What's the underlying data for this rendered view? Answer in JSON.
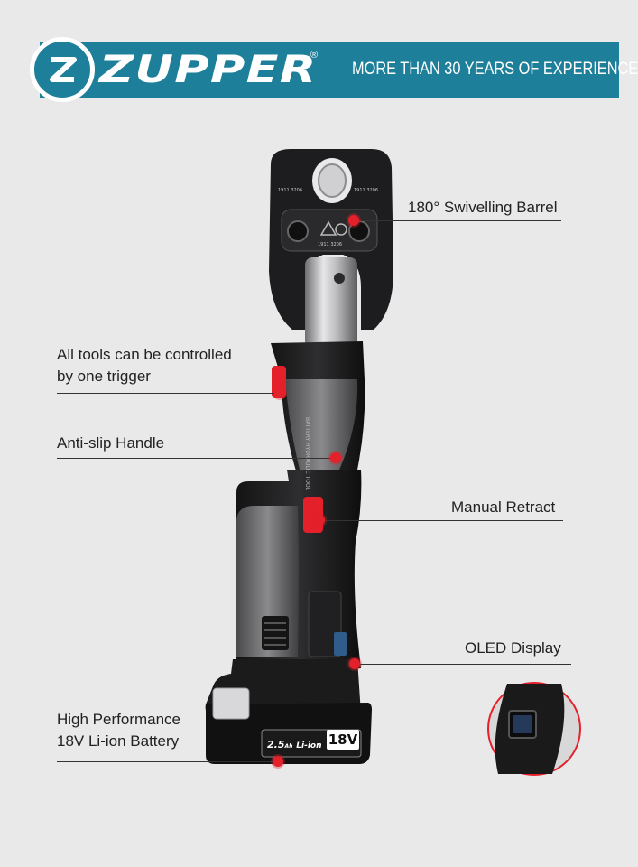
{
  "brand": {
    "name": "ZUPPER",
    "registered": "®",
    "tagline": "MORE THAN 30 YEARS OF EXPERIENCE",
    "color": "#1e7f9a"
  },
  "product_print": {
    "jaw_code": "1911 3206",
    "battery_capacity": "2.5",
    "battery_unit": "Ah",
    "battery_chem": "Li-ion",
    "battery_voltage": "18V",
    "body_text": "BATTERY HYDRAULIC TOOL"
  },
  "callouts": {
    "barrel": "180° Swivelling Barrel",
    "trigger_line1": "All tools can be controlled",
    "trigger_line2": "by one trigger",
    "handle": "Anti-slip Handle",
    "retract": "Manual Retract",
    "display": "OLED Display",
    "battery_line1": "High Performance",
    "battery_line2": "18V Li-ion Battery"
  },
  "colors": {
    "accent": "#e4202a",
    "background": "#e9e9ea"
  },
  "icons": [
    "zupper-logo-icon",
    "oled-display-zoom"
  ]
}
